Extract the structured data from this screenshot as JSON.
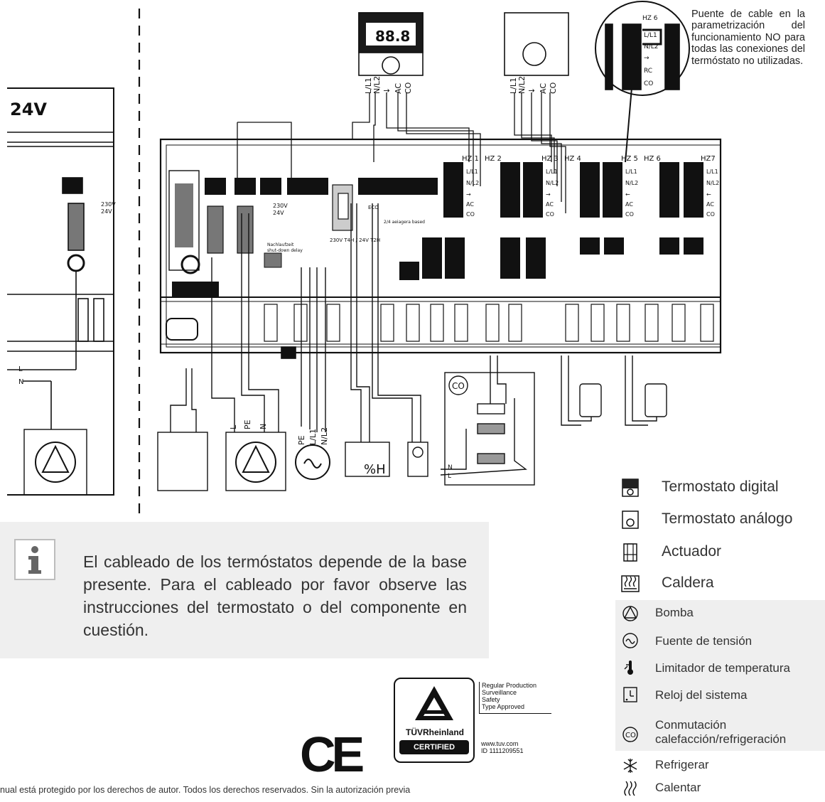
{
  "left_panel": {
    "voltage_label": "24V",
    "terminal_l": "L",
    "terminal_n": "N",
    "volt_230": "230V",
    "volt_24": "24V"
  },
  "base": {
    "zone_labels": [
      "HZ 1",
      "HZ 2",
      "HZ 3",
      "HZ 4",
      "HZ 5",
      "HZ 6",
      "HZ7"
    ],
    "zone_terms": [
      "L/L1",
      "N/L2",
      "→",
      "AC",
      "CO"
    ],
    "zone_terms_alt": [
      "L/L1",
      "N/L2",
      "←",
      "AC",
      "CO"
    ],
    "voltage_230": "230V",
    "voltage_24": "24V",
    "nachlauf": "Nachlaufzeit",
    "shutdown": "shut-down delay",
    "fuse": "230V T4H / 24V T2H",
    "eco": "ECO",
    "relay_label": "2/4 aeiagera based"
  },
  "thermostats": {
    "digital_display": "88.8",
    "terms": [
      "L/L1",
      "N/L2",
      "↓",
      "AC",
      "CO"
    ]
  },
  "inset": {
    "title": "HZ 6",
    "rows": [
      "L/L1",
      "N/L2",
      "→",
      "RC",
      "CO"
    ]
  },
  "devices": {
    "pump_terms": [
      "L",
      "PE",
      "N"
    ],
    "source_terms": [
      "PE",
      "L/L1",
      "N/L2"
    ],
    "humidity_label": "%H",
    "co_label": "CO",
    "switch_n": "N",
    "switch_l": "L"
  },
  "annotation": "Puente de cable en la parametrización del funcionamiento NO para todas las conexiones del termóstato no utilizadas.",
  "note": {
    "text": "El cableado de los termóstatos depende de la base presente. Para el cableado por favor observe las instrucciones del termostato o del componente en cuestión."
  },
  "legend": [
    {
      "icon": "digital-thermostat-icon",
      "label": "Termostato digital"
    },
    {
      "icon": "analog-thermostat-icon",
      "label": "Termostato análogo"
    },
    {
      "icon": "actuator-icon",
      "label": "Actuador"
    },
    {
      "icon": "boiler-icon",
      "label": "Caldera"
    },
    {
      "icon": "pump-icon",
      "label": "Bomba"
    },
    {
      "icon": "voltage-source-icon",
      "label": "Fuente de tensión"
    },
    {
      "icon": "temperature-limiter-icon",
      "label": "Limitador de temperatura"
    },
    {
      "icon": "system-clock-icon",
      "label": "Reloj del sistema"
    },
    {
      "icon": "co-switch-icon",
      "label": "Conmutación calefacción/refrigeración"
    },
    {
      "icon": "cooling-icon",
      "label": "Refrigerar"
    },
    {
      "icon": "heating-icon",
      "label": "Calentar"
    }
  ],
  "certification": {
    "ce": "CE",
    "tuv_brand": "TÜVRheinland",
    "tuv_certified": "CERTIFIED",
    "info_lines": [
      "Regular Production",
      "Surveillance",
      "Safety",
      "Type Approved"
    ],
    "web": "www.tuv.com",
    "id": "ID 1111209551"
  },
  "footer": "nual está protegido por los derechos de autor. Todos los derechos reservados. Sin la autorización previa"
}
